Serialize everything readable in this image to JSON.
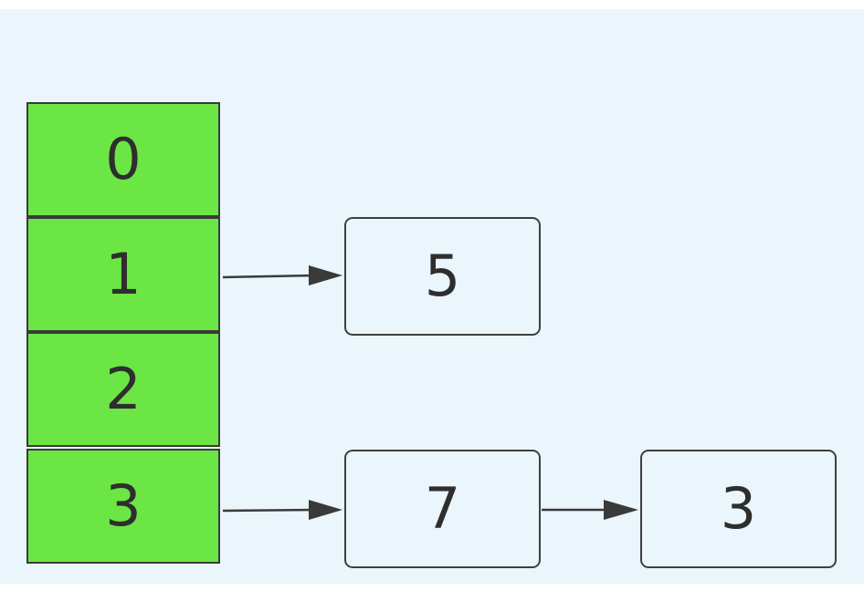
{
  "diagram": {
    "colors": {
      "background": "#ebf5fc",
      "bucket_fill": "#6ce645",
      "stroke": "#3a3a3a"
    },
    "buckets": [
      {
        "label": "0"
      },
      {
        "label": "1"
      },
      {
        "label": "2"
      },
      {
        "label": "3"
      }
    ],
    "nodes": [
      {
        "label": "5"
      },
      {
        "label": "7"
      },
      {
        "label": "3"
      }
    ],
    "edges": [
      {
        "from": "bucket-1",
        "to": "node-5"
      },
      {
        "from": "bucket-3",
        "to": "node-7"
      },
      {
        "from": "node-7",
        "to": "node-3"
      }
    ]
  }
}
